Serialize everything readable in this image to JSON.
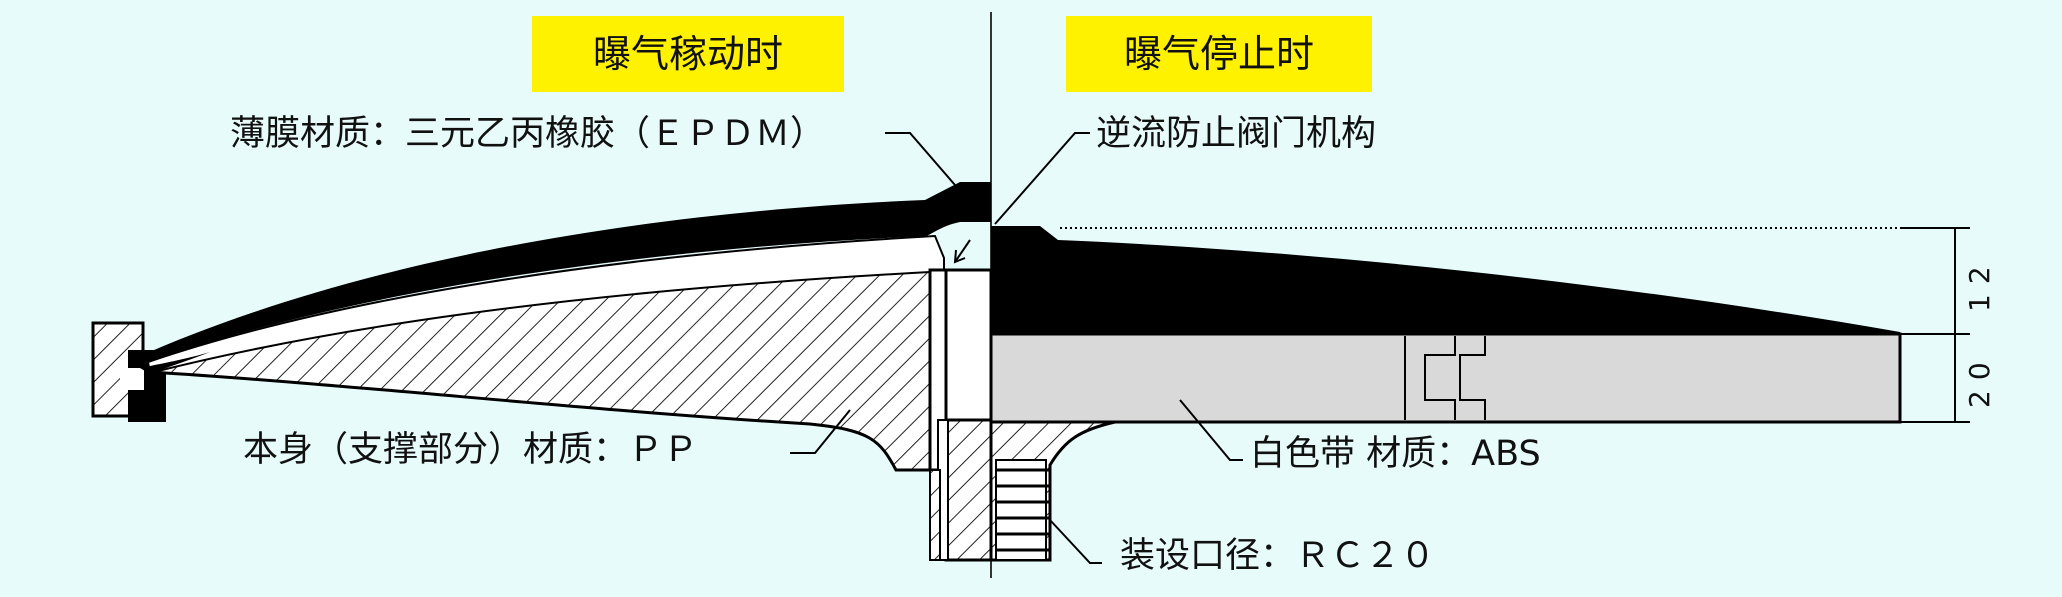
{
  "headers": {
    "active": "曝气稼动时",
    "stopped": "曝气停止时"
  },
  "labels": {
    "membrane": "薄膜材质：三元乙丙橡胶（ＥＰＤＭ）",
    "check_valve": "逆流防止阀门机构",
    "body": "本身（支撑部分）材质：ＰＰ",
    "white_band": "白色带 材质：ABS",
    "port": "装设口径：ＲＣ２０"
  },
  "dimensions": {
    "upper": "12",
    "lower": "20"
  },
  "colors": {
    "background": "#e7fbfb",
    "header_fill": "#fff200",
    "membrane": "#000000",
    "white_band": "#d9d9d9"
  }
}
